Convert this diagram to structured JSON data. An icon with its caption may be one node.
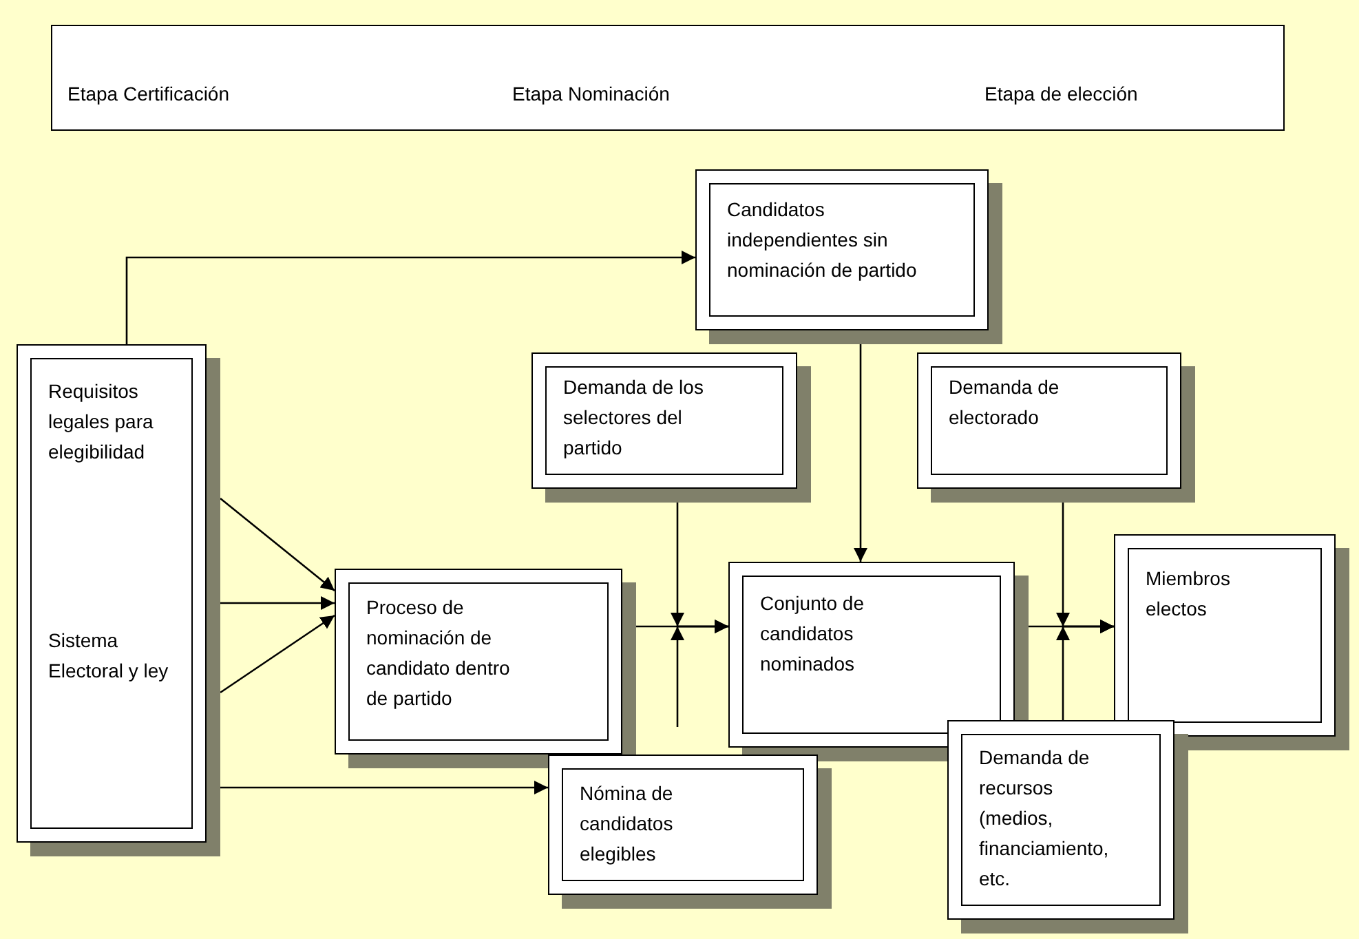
{
  "diagram": {
    "nodes": [
      {
        "text": [
          "Etapa Certificación",
          "Etapa Nominación",
          "Etapa de elección"
        ]
      },
      {
        "text": [
          "Candidatos independientes sin nominación de partido"
        ]
      },
      {
        "text": [
          "Requisitos legales para elegibilidad",
          "Sistema Electoral y ley"
        ]
      },
      {
        "text": [
          "Demanda de los selectores del partido"
        ]
      },
      {
        "text": [
          "Demanda de electorado"
        ]
      },
      {
        "text": [
          "Proceso de nominación de candidato dentro de partido"
        ]
      },
      {
        "text": [
          "Conjunto de candidatos nominados"
        ]
      },
      {
        "text": [
          "Miembros electos"
        ]
      },
      {
        "text": [
          "Nómina de candidatos elegibles"
        ]
      },
      {
        "text": [
          "Demanda de recursos (medios, financiamiento, etc."
        ]
      }
    ],
    "edges": [
      {
        "from": 2,
        "to": 1,
        "arrow": "to"
      },
      {
        "from": 2,
        "to": 5,
        "arrow": "to"
      },
      {
        "from": 2,
        "to": 5,
        "arrow": "to"
      },
      {
        "from": 2,
        "to": 5,
        "arrow": "to"
      },
      {
        "from": 2,
        "to": 8,
        "arrow": "to"
      },
      {
        "from": 5,
        "to": 6,
        "arrow": "to"
      },
      {
        "from": 3,
        "to": 6,
        "arrow": "to"
      },
      {
        "from": null,
        "to": 6,
        "arrow": "to"
      },
      {
        "from": 6,
        "to": 7,
        "arrow": "to"
      },
      {
        "from": 4,
        "to": 7,
        "arrow": "to"
      },
      {
        "from": 9,
        "to": 7,
        "arrow": "to"
      },
      {
        "from": 1,
        "to": 6,
        "arrow": "to"
      }
    ]
  }
}
